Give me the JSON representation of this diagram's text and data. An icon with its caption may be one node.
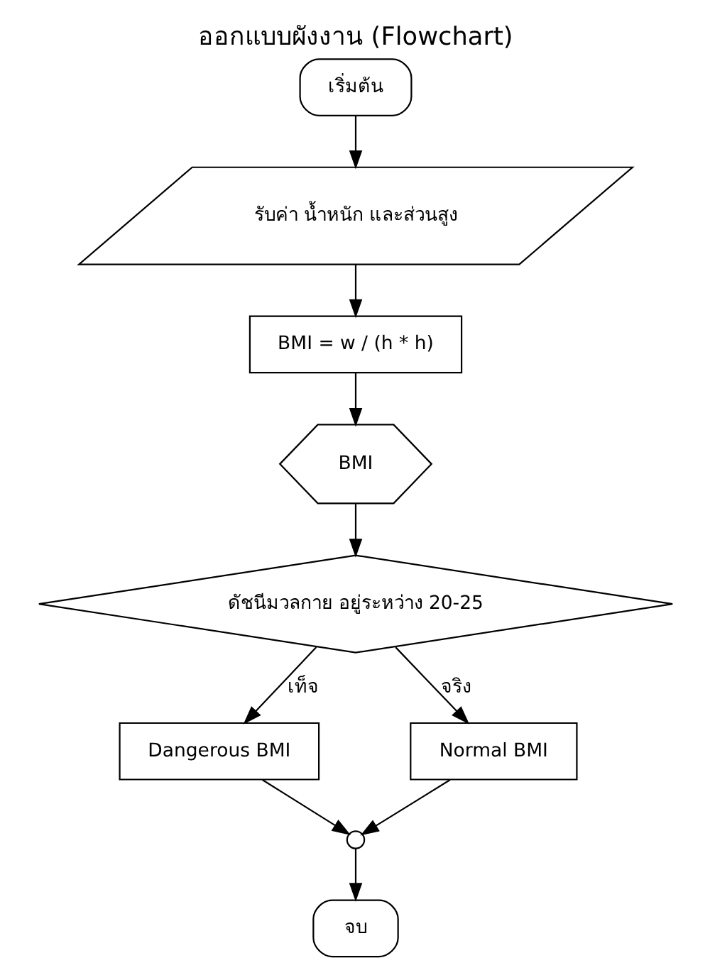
{
  "diagram": {
    "title": "ออกแบบผังงาน (Flowchart)",
    "nodes": [
      {
        "text": [
          "เริ่มต้น"
        ]
      },
      {
        "text": [
          "รับค่า น้ำหนัก และส่วนสูง"
        ]
      },
      {
        "text": [
          "BMI = w / (h * h)"
        ]
      },
      {
        "text": [
          "BMI"
        ]
      },
      {
        "text": [
          "ดัชนีมวลกาย อยู่ระหว่าง 20-25"
        ]
      },
      {
        "text": [
          "Dangerous BMI"
        ]
      },
      {
        "text": [
          "Normal BMI"
        ]
      },
      {
        "text": [],
        "shape": "circle"
      },
      {
        "text": [
          "จบ"
        ]
      }
    ],
    "edges": [
      {
        "from": 0,
        "to": 1,
        "arrow": "to"
      },
      {
        "from": 1,
        "to": 2,
        "arrow": "to"
      },
      {
        "from": 2,
        "to": 3,
        "arrow": "to"
      },
      {
        "from": 3,
        "to": 4,
        "arrow": "to"
      },
      {
        "from": 4,
        "to": 5,
        "arrow": "to",
        "label": "เท็จ"
      },
      {
        "from": 4,
        "to": 6,
        "arrow": "to",
        "label": "จริง"
      },
      {
        "from": 5,
        "to": 7,
        "arrow": "to"
      },
      {
        "from": 6,
        "to": 7,
        "arrow": "to"
      },
      {
        "from": 7,
        "to": 8,
        "arrow": "to"
      }
    ]
  }
}
